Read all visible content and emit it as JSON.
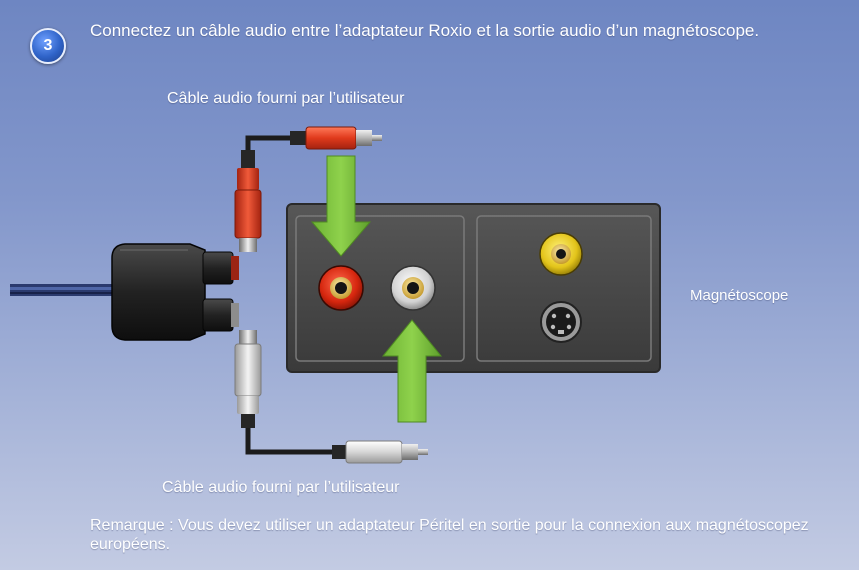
{
  "step": {
    "number": "3",
    "instruction": "Connectez un câble audio entre l’adaptateur Roxio et la sortie audio d’un magnétoscope."
  },
  "labels": {
    "cable_top": "Câble audio fourni par l’utilisateur",
    "cable_bottom": "Câble audio fourni par l’utilisateur",
    "vcr": "Magnétoscope"
  },
  "note": "Remarque : Vous devez utiliser un adaptateur Péritel en sortie pour la connexion aux magnétoscopez européens.",
  "colors": {
    "background": "#7f93c9",
    "panel": "#454545",
    "arrow": "#7cc13f",
    "red_plug": "#e0401f",
    "white_plug": "#d8d8d8",
    "yellow_jack": "#e4cc1b"
  }
}
